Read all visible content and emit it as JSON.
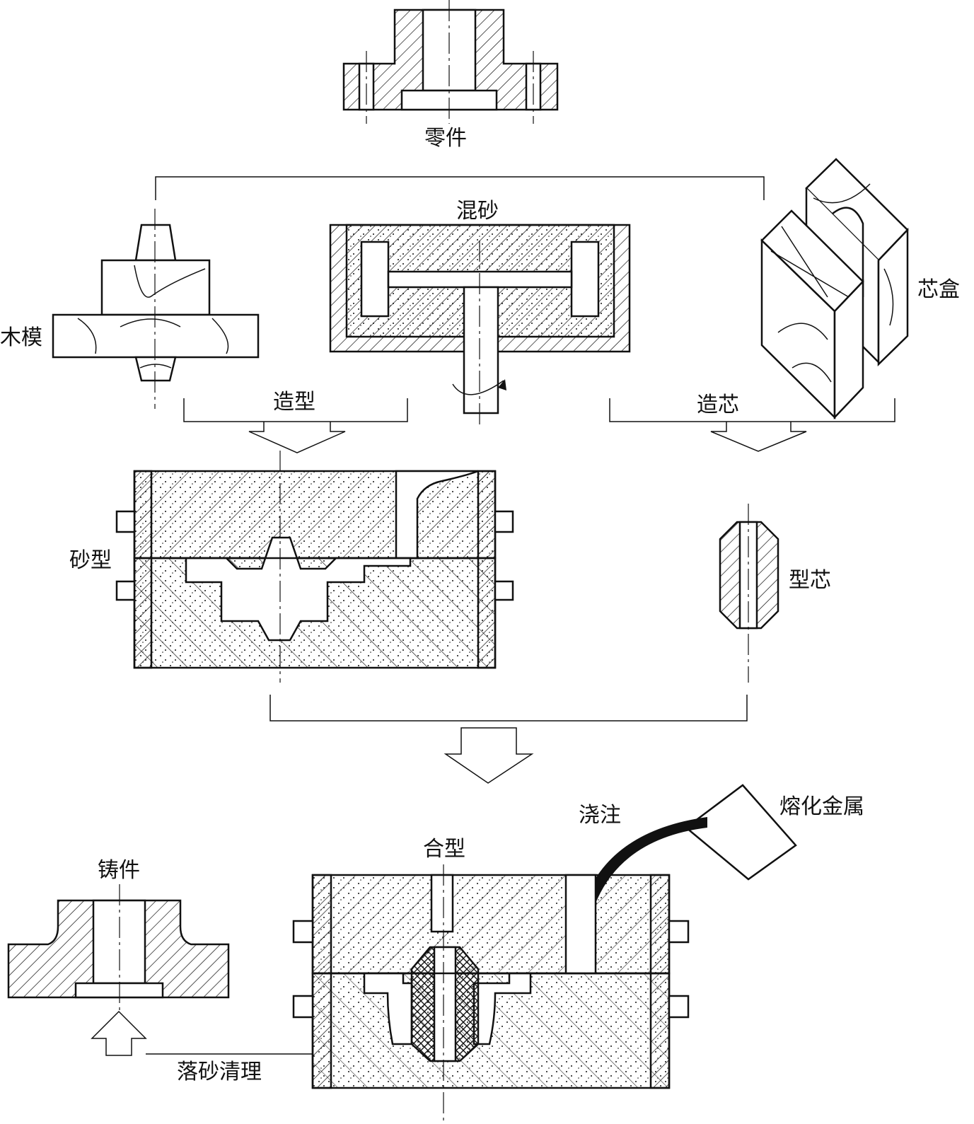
{
  "labels": {
    "part": "零件",
    "mixing": "混砂",
    "wood_pattern": "木模",
    "core_box": "芯盒",
    "molding": "造型",
    "core_making": "造芯",
    "sand_mold": "砂型",
    "core": "型芯",
    "pouring": "浇注",
    "molten_metal": "熔化金属",
    "mold_assembly": "合型",
    "casting": "铸件",
    "shakeout_cleaning": "落砂清理"
  }
}
